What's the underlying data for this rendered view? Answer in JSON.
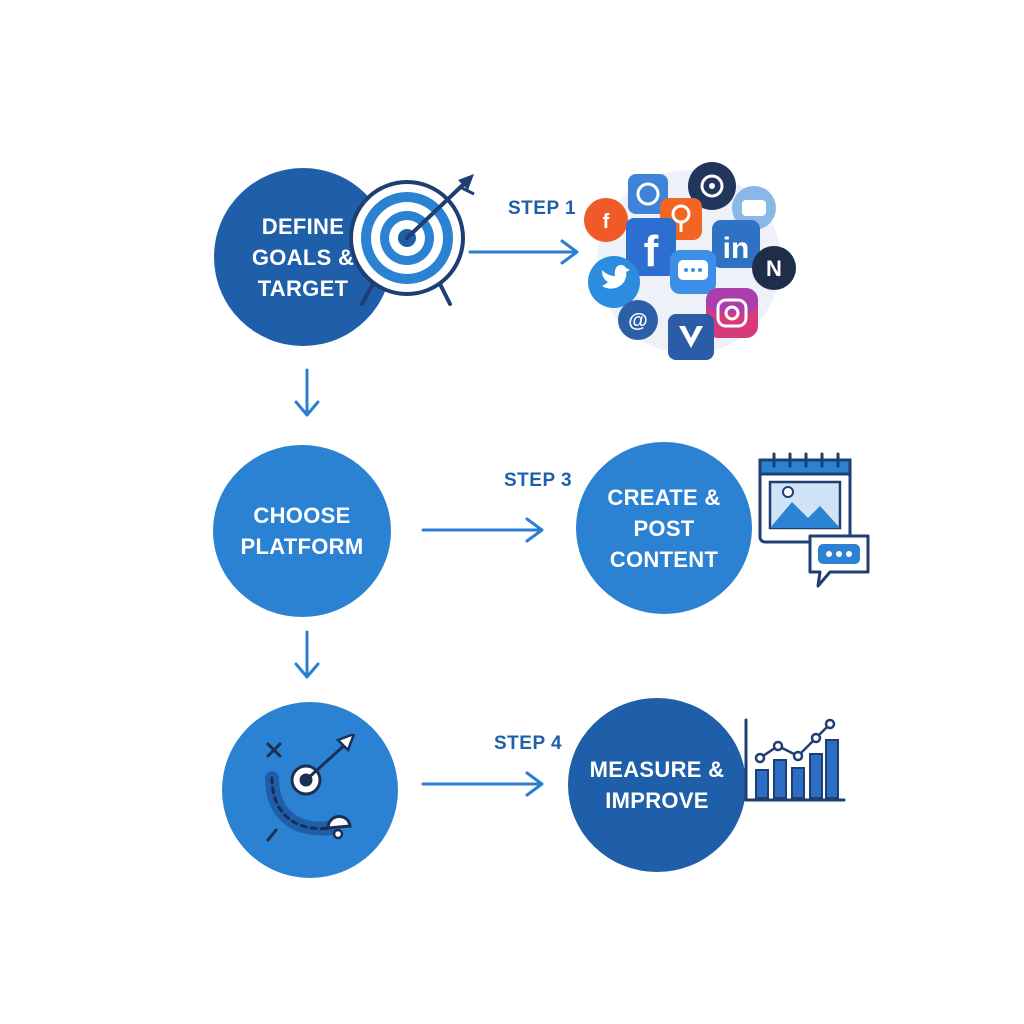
{
  "nodes": {
    "define": {
      "lines": [
        "DEFINE",
        "GOALS &",
        "TARGET"
      ]
    },
    "choose": {
      "lines": [
        "CHOOSE",
        "PLATFORM"
      ]
    },
    "create": {
      "lines": [
        "CREATE &",
        "POST",
        "CONTENT"
      ]
    },
    "measure": {
      "lines": [
        "MEASURE &",
        "IMPROVE"
      ]
    }
  },
  "steps": {
    "step1": "STEP 1",
    "step3": "STEP 3",
    "step4": "STEP 4"
  },
  "icons": {
    "target": "target-arrow-icon",
    "social": "social-media-cluster-icon",
    "calendar": "calendar-image-icon",
    "chat": "chat-bubble-icon",
    "strategy": "strategy-arrow-icon",
    "growth": "growth-chart-icon"
  },
  "colors": {
    "dark_blue": "#1f5ea8",
    "mid_blue": "#2b82d3",
    "arrow_blue": "#2b7fd0"
  }
}
